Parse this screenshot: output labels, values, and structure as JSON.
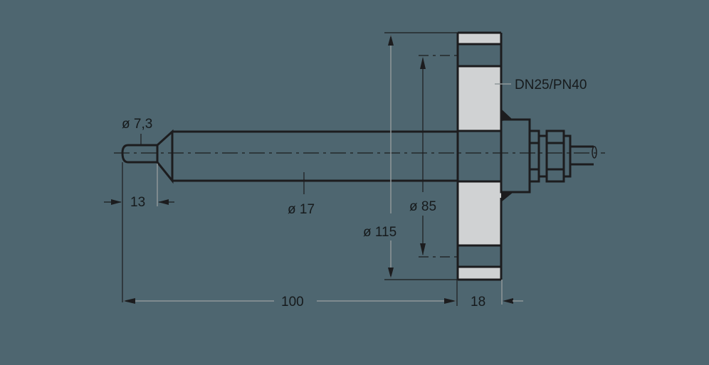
{
  "diagram": {
    "type": "technical-drawing",
    "subject": "flanged probe / sensor with threaded connection",
    "colors": {
      "background": "#4e6670",
      "part_fill": "#d0d2d3",
      "line": "#1c1c1e",
      "extension_line": "#8f9799"
    },
    "labels": {
      "tip_diameter": "ø 7,3",
      "tip_length": "13",
      "shaft_diameter": "ø 17",
      "bolt_circle_diameter": "ø 85",
      "flange_diameter": "ø 115",
      "flange_spec": "DN25/PN40",
      "overall_length": "100",
      "flange_thickness": "18"
    }
  }
}
